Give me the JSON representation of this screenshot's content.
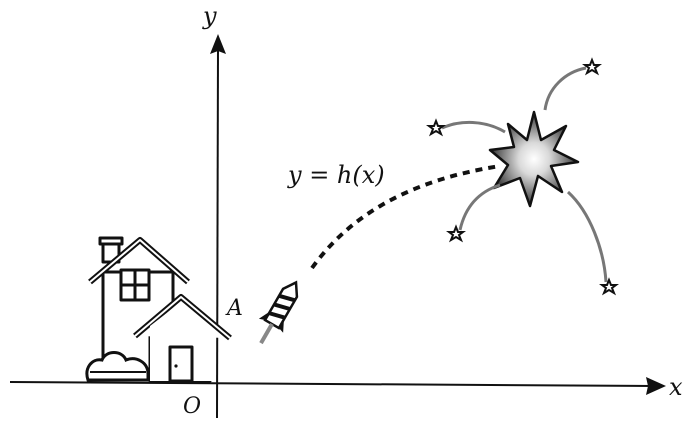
{
  "axes": {
    "x_label": "x",
    "y_label": "y"
  },
  "points": {
    "origin_label": "O",
    "a_label": "A"
  },
  "curve": {
    "label": "y = h(x)"
  },
  "icons": [
    "house-icon",
    "bush-icon",
    "rocket-icon",
    "firework-burst-icon",
    "spark-icon"
  ],
  "colors": {
    "ink": "#111111",
    "burst_gray": "#777777",
    "burst_light": "#d9d9d9"
  }
}
